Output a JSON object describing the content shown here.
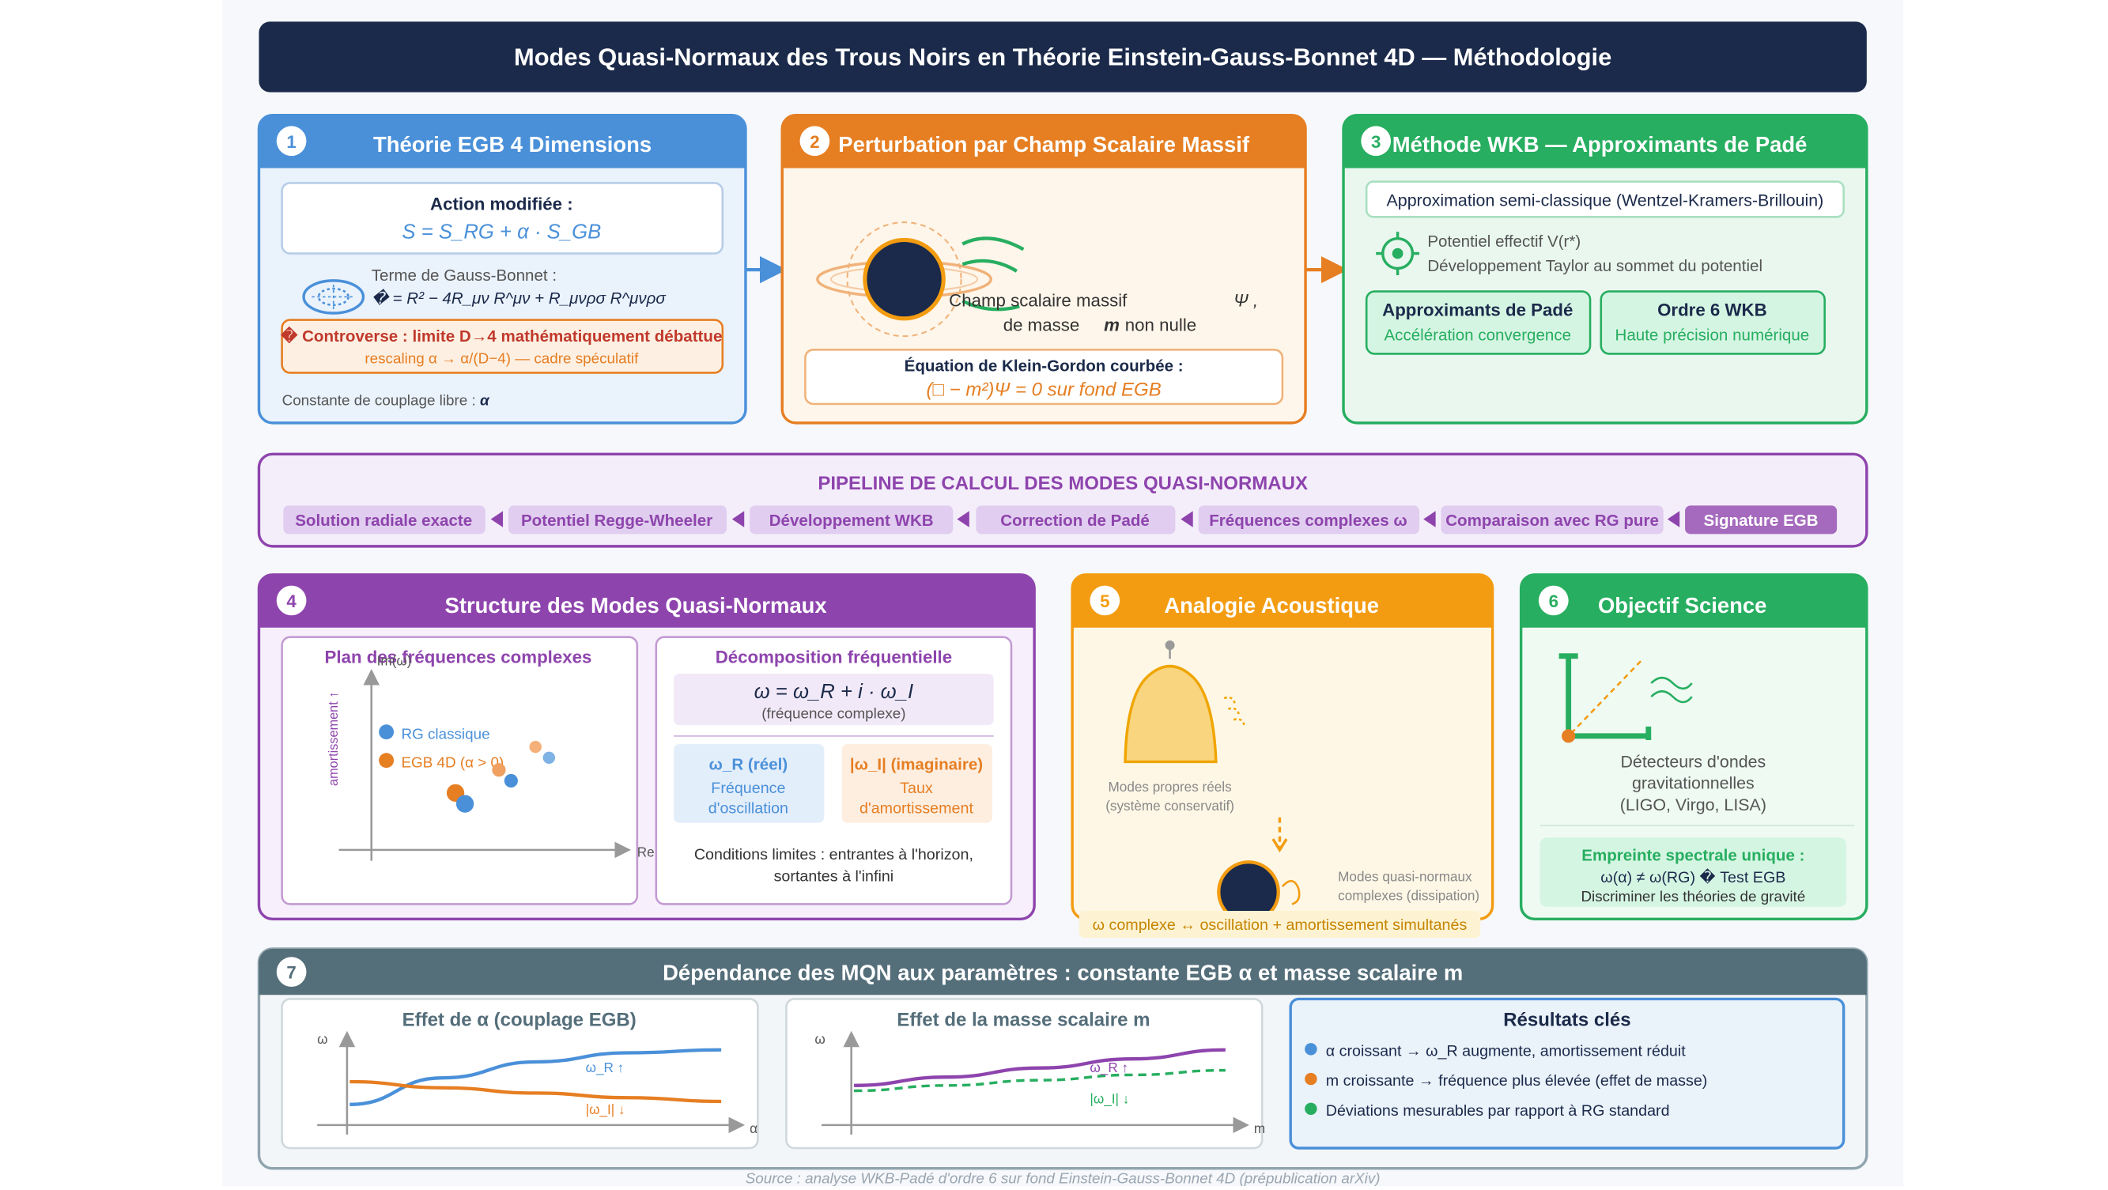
{
  "header": {
    "title": "Modes Quasi-Normaux des Trous Noirs en Théorie Einstein-Gauss-Bonnet 4D — Méthodologie"
  },
  "colors": {
    "navy": "#1b2a4a",
    "blue": "#4a90d9",
    "orange": "#e67e22",
    "green": "#27ae60",
    "purple": "#8e44ad",
    "amber": "#f39c12",
    "slate": "#546e7a"
  },
  "panel1": {
    "num": "1",
    "title": "Théorie EGB 4 Dimensions",
    "action_label": "Action modifiée :",
    "action_formula": "S = S_RG + α · S_GB",
    "gb_label": "Terme de Gauss-Bonnet :",
    "gb_formula": "� = R² − 4R_μν R^μν + R_μνρσ R^μνρσ",
    "warn_title": "� Controverse : limite D→4 mathématiquement débattue",
    "warn_sub": "rescaling α → α/(D−4) — cadre spéculatif",
    "coupling_label": "Constante de couplage libre :",
    "coupling_symbol": "α",
    "icon": "orbit-icon"
  },
  "panel2": {
    "num": "2",
    "title": "Perturbation par Champ Scalaire Massif",
    "field_line1": "Champ scalaire massif",
    "field_psi": "Ψ ,",
    "field_line2a": "de masse",
    "field_m": "m",
    "field_line2b": "non nulle",
    "kg_label": "Équation de Klein-Gordon courbée :",
    "kg_formula": "(□ − m²)Ψ = 0 sur fond EGB",
    "icon": "black-hole-icon"
  },
  "panel3": {
    "num": "3",
    "title": "Méthode WKB — Approximants de Padé",
    "approx": "Approximation semi-classique (Wentzel-Kramers-Brillouin)",
    "pot_line1": "Potentiel effectif V(r*)",
    "pot_line2": "Développement Taylor au sommet du potentiel",
    "box1_title": "Approximants de Padé",
    "box1_sub": "Accélération convergence",
    "box2_title": "Ordre 6 WKB",
    "box2_sub": "Haute précision numérique",
    "icon": "target-icon"
  },
  "pipeline": {
    "title": "PIPELINE DE CALCUL DES MODES QUASI-NORMAUX",
    "steps": [
      "Solution radiale exacte",
      "Potentiel Regge-Wheeler",
      "Développement WKB",
      "Correction de Padé",
      "Fréquences complexes ω",
      "Comparaison avec RG pure",
      "Signature EGB"
    ]
  },
  "panel4": {
    "num": "4",
    "title": "Structure des Modes Quasi-Normaux",
    "plane_title": "Plan des fréquences complexes",
    "y_axis": "Im(ω)",
    "y_axis_side": "amortissement ↑",
    "x_axis": "Re",
    "legend_rg": "RG classique",
    "legend_egb": "EGB 4D (α > 0)",
    "decomp_title": "Décomposition fréquentielle",
    "formula": "ω = ω_R + i · ω_I",
    "formula_sub": "(fréquence complexe)",
    "real_title": "ω_R (réel)",
    "real_l1": "Fréquence",
    "real_l2": "d'oscillation",
    "imag_title": "|ω_I| (imaginaire)",
    "imag_l1": "Taux",
    "imag_l2": "d'amortissement",
    "bc_l1": "Conditions limites : entrantes à l'horizon,",
    "bc_l2": "sortantes à l'infini"
  },
  "panel5": {
    "num": "5",
    "title": "Analogie Acoustique",
    "bell_l1": "Modes propres réels",
    "bell_l2": "(système conservatif)",
    "qnm_l1": "Modes quasi-normaux",
    "qnm_l2": "complexes (dissipation)",
    "footer": "ω complexe ↔ oscillation + amortissement simultanés",
    "icon": "bell-icon"
  },
  "panel6": {
    "num": "6",
    "title": "Objectif Science",
    "det_l1": "Détecteurs d'ondes",
    "det_l2": "gravitationnelles",
    "det_l3": "(LIGO, Virgo, LISA)",
    "box_title": "Empreinte spectrale unique :",
    "box_l1": "ω(α) ≠ ω(RG) � Test EGB",
    "box_l2": "Discriminer les théories de gravité",
    "icon": "detector-icon"
  },
  "panel7": {
    "num": "7",
    "title": "Dépendance des MQN aux paramètres : constante EGB α et masse scalaire m",
    "results_title": "Résultats clés",
    "results": [
      {
        "text": "α croissant → ω_R augmente, amortissement réduit",
        "color": "#4a90d9"
      },
      {
        "text": "m croissante → fréquence plus élevée (effet de masse)",
        "color": "#e67e22"
      },
      {
        "text": "Déviations mesurables par rapport à RG standard",
        "color": "#27ae60"
      }
    ]
  },
  "chart_data": [
    {
      "type": "line",
      "title": "Effet de α (couplage EGB)",
      "xlabel": "α",
      "ylabel": "ω",
      "x": [
        0,
        0.25,
        0.5,
        0.75,
        1
      ],
      "series": [
        {
          "name": "ω_R ↑",
          "values": [
            0.2,
            0.55,
            0.76,
            0.88,
            0.92
          ]
        },
        {
          "name": "|ω_I| ↓",
          "values": [
            0.5,
            0.42,
            0.35,
            0.29,
            0.24
          ]
        }
      ]
    },
    {
      "type": "line",
      "title": "Effet de la masse scalaire m",
      "xlabel": "m",
      "ylabel": "ω",
      "x": [
        0,
        0.25,
        0.5,
        0.75,
        1
      ],
      "series": [
        {
          "name": "ω_R ↑",
          "values": [
            0.45,
            0.56,
            0.68,
            0.8,
            0.92
          ]
        },
        {
          "name": "|ω_I| ↓",
          "values": [
            0.38,
            0.45,
            0.52,
            0.59,
            0.65
          ]
        }
      ]
    }
  ],
  "footer": {
    "source": "Source : analyse WKB-Padé d'ordre 6 sur fond Einstein-Gauss-Bonnet 4D (prépublication arXiv)"
  }
}
